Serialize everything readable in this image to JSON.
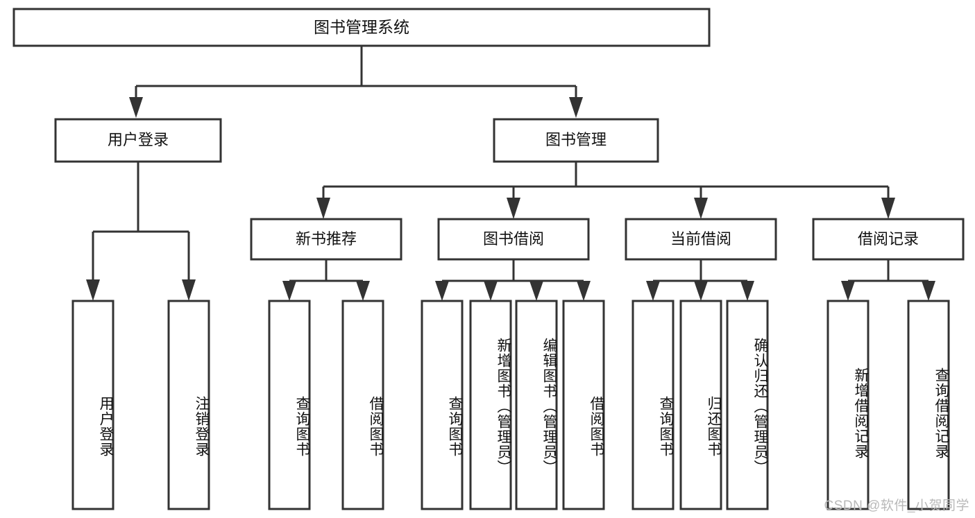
{
  "diagram": {
    "title": "图书管理系统",
    "type": "tree-hierarchy",
    "root": {
      "label": "图书管理系统"
    },
    "level1": [
      {
        "label": "用户登录"
      },
      {
        "label": "图书管理"
      }
    ],
    "level2": [
      {
        "label": "新书推荐"
      },
      {
        "label": "图书借阅"
      },
      {
        "label": "当前借阅"
      },
      {
        "label": "借阅记录"
      }
    ],
    "leaves": {
      "user_login": [
        {
          "label": "用户登录"
        },
        {
          "label": "注销登录"
        }
      ],
      "new_book_recommend": [
        {
          "label": "查询图书"
        },
        {
          "label": "借阅图书"
        }
      ],
      "book_borrow": [
        {
          "label": "查询图书"
        },
        {
          "label": "新增图书（管理员）"
        },
        {
          "label": "编辑图书（管理员）"
        },
        {
          "label": "借阅图书"
        }
      ],
      "current_borrow": [
        {
          "label": "查询图书"
        },
        {
          "label": "归还图书"
        },
        {
          "label": "确认归还（管理员）"
        }
      ],
      "borrow_record": [
        {
          "label": "新增借阅记录"
        },
        {
          "label": "查询借阅记录"
        }
      ]
    }
  },
  "watermark": {
    "text": "CSDN @软件_小贺同学"
  },
  "colors": {
    "stroke": "#333333",
    "fill": "#ffffff",
    "text": "#111111",
    "watermark": "#b9b9b9"
  }
}
